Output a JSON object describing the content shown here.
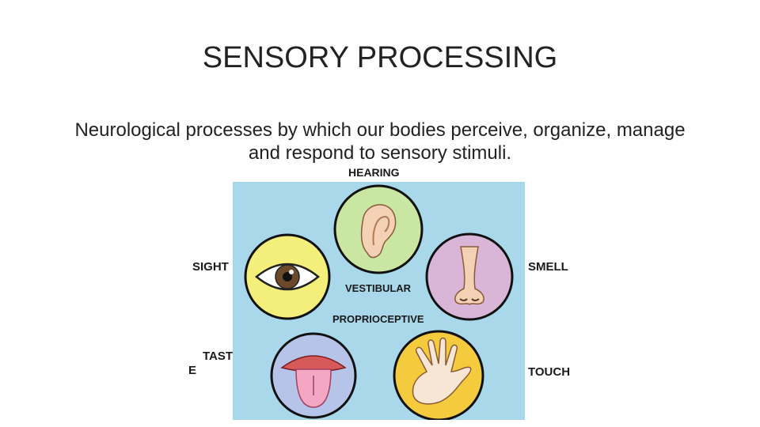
{
  "slide": {
    "title": "SENSORY PROCESSING",
    "subtitle_line1": "Neurological processes by which our bodies perceive, organize, manage",
    "subtitle_line2": "and respond to sensory stimuli."
  },
  "senses": {
    "hearing": "HEARING",
    "sight": "SIGHT",
    "smell": "SMELL",
    "vestibular": "VESTIBULAR",
    "proprioceptive": "PROPRIOCEPTIVE",
    "taste_part1": "TAST",
    "taste_part2": "E",
    "touch": "TOUCH"
  },
  "colors": {
    "panel": "#a9d8ea",
    "hearing_circle": "#c9e6a2",
    "sight_circle": "#f4ee7a",
    "smell_circle": "#d9b6d8",
    "taste_circle": "#b7c4ea",
    "touch_circle": "#f4cb3c"
  }
}
